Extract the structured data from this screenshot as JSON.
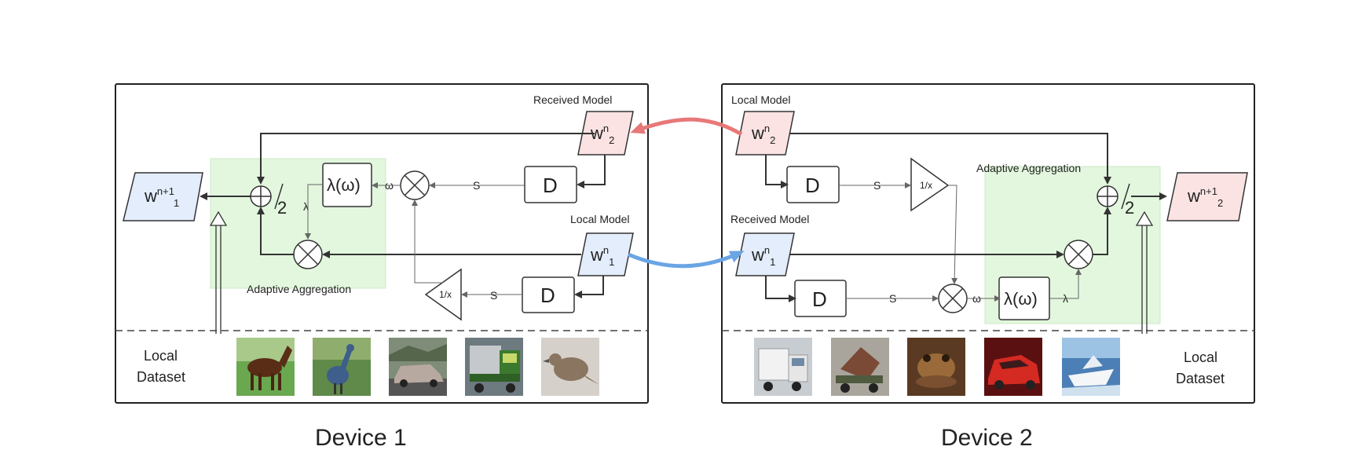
{
  "device1": {
    "title": "Device 1",
    "received_model_label": "Received Model",
    "local_model_label": "Local Model",
    "aggregation_label": "Adaptive Aggregation",
    "dataset_line1": "Local",
    "dataset_line2": "Dataset",
    "received_weight": {
      "base": "w",
      "sup": "n",
      "sub": "2"
    },
    "local_weight": {
      "base": "w",
      "sup": "n",
      "sub": "1"
    },
    "output_weight": {
      "base": "w",
      "sup": "n+1",
      "sub": "1"
    },
    "thumbnails": [
      "horse",
      "bird",
      "car",
      "truck",
      "bird"
    ]
  },
  "device2": {
    "title": "Device 2",
    "received_model_label": "Received Model",
    "local_model_label": "Local Model",
    "aggregation_label": "Adaptive Aggregation",
    "dataset_line1": "Local",
    "dataset_line2": "Dataset",
    "local_weight": {
      "base": "w",
      "sup": "n",
      "sub": "2"
    },
    "received_weight": {
      "base": "w",
      "sup": "n",
      "sub": "1"
    },
    "output_weight": {
      "base": "w",
      "sup": "n+1",
      "sub": "2"
    },
    "thumbnails": [
      "truck",
      "truck",
      "frog",
      "car",
      "ship"
    ]
  },
  "blocks": {
    "distance": "D",
    "lambda_fn": "λ(ω)",
    "reciprocal": "1/x",
    "sim_signal": "S",
    "omega": "ω",
    "lambda": "λ",
    "avg_divisor": "2"
  },
  "colors": {
    "received_fill": "#fbe3e3",
    "local_fill": "#e3edfb",
    "aggregation_fill": "#e2f7dd",
    "transfer_to_device1": "#e87878",
    "transfer_to_device2": "#6aa5e4"
  }
}
